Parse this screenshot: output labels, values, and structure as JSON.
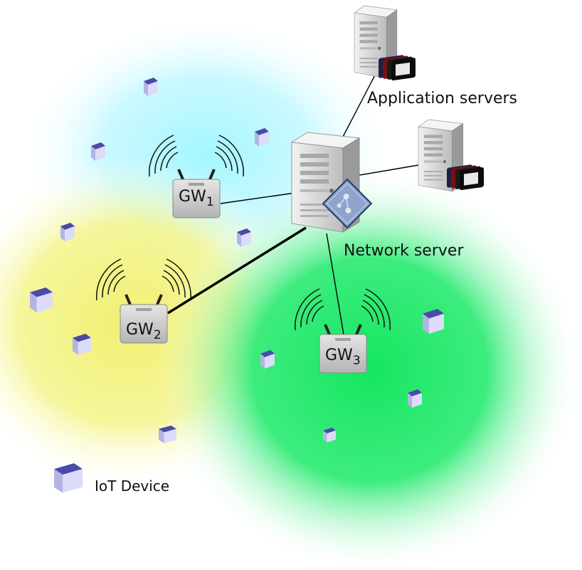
{
  "labels": {
    "application_servers": "Application servers",
    "network_server": "Network server",
    "iot_device": "IoT Device"
  },
  "gateways": [
    {
      "name": "GW",
      "sub": "1"
    },
    {
      "name": "GW",
      "sub": "2"
    },
    {
      "name": "GW",
      "sub": "3"
    }
  ],
  "colors": {
    "coverage_gw1": "#a8f4ff",
    "coverage_gw2": "#f4f46a",
    "coverage_gw3": "#1ee86a",
    "device_top": "#4a4aa8",
    "device_front": "#d8d8f8",
    "device_side": "#b4b4e4",
    "gateway_body": "#c8c8c8",
    "server_body": "#dcdcdc",
    "link": "#000000"
  },
  "icons": {
    "iot_device": "cube-icon",
    "gateway": "router-with-antennas-icon",
    "network_server": "tower-server-icon",
    "application_server": "tower-server-with-files-icon",
    "network_badge": "network-diamond-icon"
  }
}
